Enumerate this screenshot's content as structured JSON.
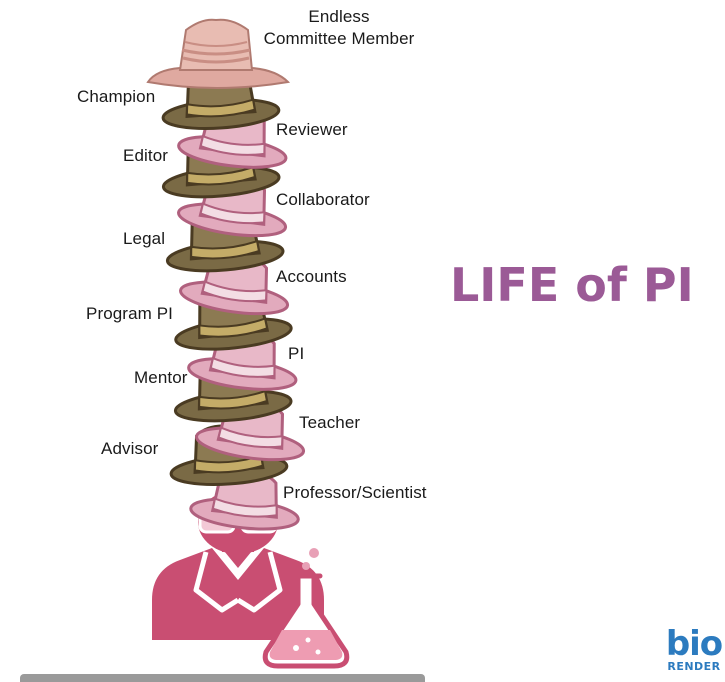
{
  "title": "LIFE of PI",
  "labels": {
    "top_line1": "Endless",
    "top_line2": "Committee Member",
    "champion": "Champion",
    "reviewer": "Reviewer",
    "editor": "Editor",
    "collaborator": "Collaborator",
    "legal": "Legal",
    "accounts": "Accounts",
    "program_pi": "Program PI",
    "pi": "PI",
    "mentor": "Mentor",
    "teacher": "Teacher",
    "advisor": "Advisor",
    "professor": "Professor/Scientist"
  },
  "logo": {
    "top": "bio",
    "bottom": "RENDER"
  },
  "colors": {
    "title": "#9b5a96",
    "brown_hat": "#8c7a52",
    "brown_band": "#c4ac68",
    "pink_hat": "#e8b8c8",
    "pink_band": "#f3dde4",
    "scientist": "#c94e72",
    "logo": "#2c7bbf"
  },
  "icons": {
    "hat_stack": "stacked-hats-icon",
    "scientist": "scientist-icon",
    "flask": "flask-icon"
  }
}
